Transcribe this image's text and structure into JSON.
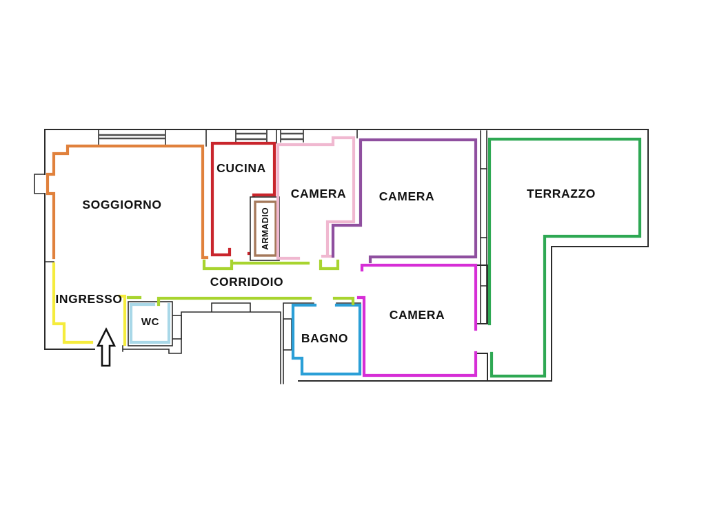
{
  "plan": {
    "type": "apartment-floor-plan",
    "background": "#ffffff",
    "wall_color": "#2b2b2b",
    "window_color": "#4d4d4d",
    "rooms": {
      "soggiorno": {
        "label": "SOGGIORNO",
        "color": "#E0813C"
      },
      "cucina": {
        "label": "CUCINA",
        "color": "#C9252C"
      },
      "armadio": {
        "label": "ARMADIO",
        "color": "#A5795B"
      },
      "camera1": {
        "label": "CAMERA",
        "color": "#F0B8D0"
      },
      "camera2": {
        "label": "CAMERA",
        "color": "#8F4F9F"
      },
      "camera3": {
        "label": "CAMERA",
        "color": "#D62ED6"
      },
      "terrazzo": {
        "label": "TERRAZZO",
        "color": "#2EA853"
      },
      "corridoio": {
        "label": "CORRIDOIO",
        "color": "#A8D42F"
      },
      "ingresso": {
        "label": "INGRESSO",
        "color": "#F5EC3D"
      },
      "wc": {
        "label": "WC",
        "color": "#A9D8E8"
      },
      "bagno": {
        "label": "BAGNO",
        "color": "#2B9FD7"
      }
    },
    "entrance": {
      "marker": "entrance-arrow"
    }
  }
}
